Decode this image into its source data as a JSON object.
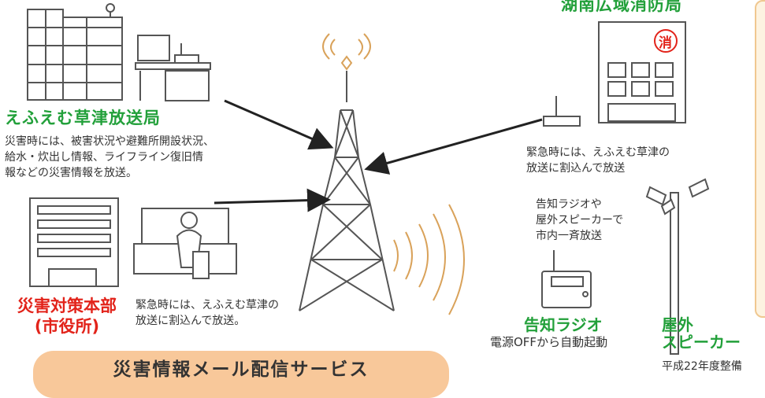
{
  "station": {
    "title": "えふえむ草津放送局",
    "description_lines": [
      "災害時には、被害状況や避難所開設状況、",
      "給水・炊出し情報、ライフライン復旧情",
      "報などの災害情報を放送。"
    ]
  },
  "fire_department": {
    "title": "湖南広域消防局",
    "sign": "消",
    "description_lines": [
      "緊急時には、えふえむ草津の",
      "放送に割込んで放送"
    ]
  },
  "disaster_hq": {
    "title_lines": [
      "災害対策本部",
      "(市役所)"
    ],
    "description_lines": [
      "緊急時には、えふえむ草津の",
      "放送に割込んで放送。"
    ]
  },
  "callout": {
    "lines": [
      "告知ラジオや",
      "屋外スピーカーで",
      "市内一斉放送"
    ]
  },
  "radio": {
    "title": "告知ラジオ",
    "caption": "電源OFFから自動起動"
  },
  "speaker": {
    "title_lines": [
      "屋外",
      "スピーカー"
    ],
    "caption": "平成22年度整備"
  },
  "service": {
    "label": "災害情報メール配信サービス"
  },
  "colors": {
    "green": "#22a03a",
    "red": "#e2231a",
    "banner": "#f8c89a",
    "panel_border": "#f0c890",
    "tower": "#555555"
  }
}
